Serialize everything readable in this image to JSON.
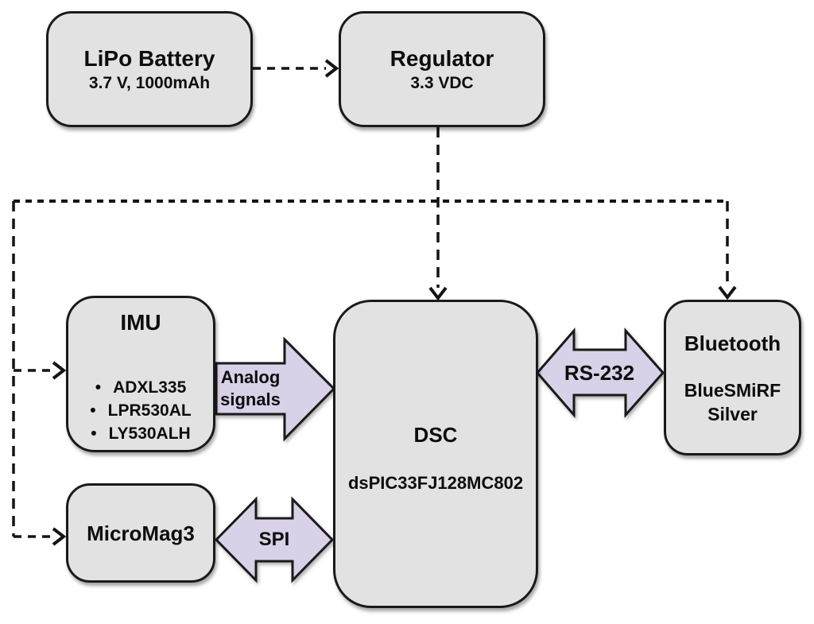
{
  "diagram": {
    "colors": {
      "bg": "#ffffff",
      "box_fill": "#e2e2e2",
      "box_border": "#1a1a1a",
      "arrow_fill": "#d8d1e7",
      "line": "#141414",
      "text": "#0d0d0d"
    },
    "nodes": {
      "battery": {
        "title": "LiPo Battery",
        "subtitle": "3.7 V, 1000mAh"
      },
      "regulator": {
        "title": "Regulator",
        "subtitle": "3.3 VDC"
      },
      "imu": {
        "title": "IMU",
        "bullet": "•",
        "items": [
          "ADXL335",
          "LPR530AL",
          "LY530ALH"
        ]
      },
      "dsc": {
        "title": "DSC",
        "subtitle": "dsPIC33FJ128MC802"
      },
      "bluetooth": {
        "title": "Bluetooth",
        "subtitle": "BlueSMiRF\nSilver"
      },
      "micromag": {
        "title": "MicroMag3"
      }
    },
    "connectors": {
      "analog": {
        "label": "Analog\nsignals"
      },
      "rs232": {
        "label": "RS-232"
      },
      "spi": {
        "label": "SPI"
      }
    }
  }
}
